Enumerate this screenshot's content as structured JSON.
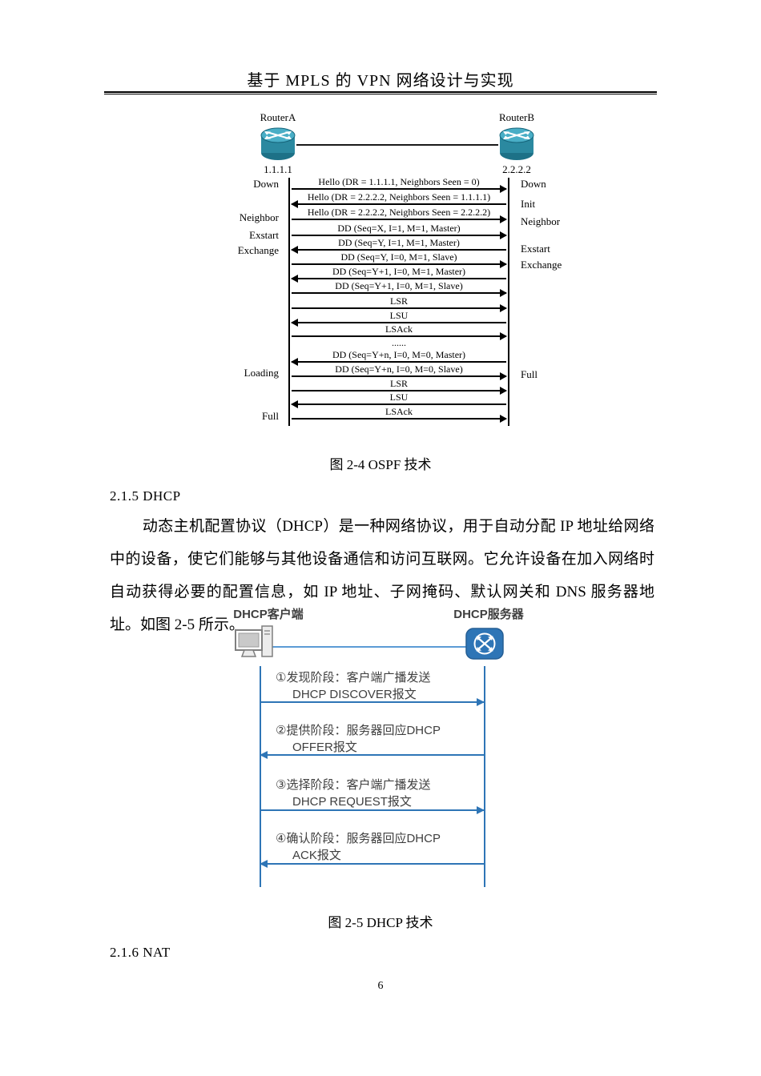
{
  "page": {
    "header_title": "基于 MPLS 的 VPN 网络设计与实现",
    "page_number": "6"
  },
  "figure_ospf": {
    "caption": "图 2-4 OSPF 技术",
    "router_a": {
      "name": "RouterA",
      "ip": "1.1.1.1"
    },
    "router_b": {
      "name": "RouterB",
      "ip": "2.2.2.2"
    },
    "left_states": [
      "Down",
      "Neighbor",
      "Exstart",
      "Exchange",
      "Loading",
      "Full"
    ],
    "right_states": [
      "Down",
      "Init",
      "Neighbor",
      "Exstart",
      "Exchange",
      "Full"
    ],
    "messages": [
      {
        "text": "Hello (DR = 1.1.1.1, Neighbors Seen = 0)",
        "dir": "right"
      },
      {
        "text": "Hello (DR = 2.2.2.2, Neighbors Seen = 1.1.1.1)",
        "dir": "left"
      },
      {
        "text": "Hello (DR = 2.2.2.2, Neighbors Seen = 2.2.2.2)",
        "dir": "right"
      },
      {
        "text": "DD (Seq=X, I=1, M=1, Master)",
        "dir": "right"
      },
      {
        "text": "DD (Seq=Y, I=1, M=1, Master)",
        "dir": "left"
      },
      {
        "text": "DD (Seq=Y, I=0, M=1, Slave)",
        "dir": "right"
      },
      {
        "text": "DD (Seq=Y+1, I=0, M=1, Master)",
        "dir": "left"
      },
      {
        "text": "DD (Seq=Y+1, I=0, M=1, Slave)",
        "dir": "right"
      },
      {
        "text": "LSR",
        "dir": "right"
      },
      {
        "text": "LSU",
        "dir": "left"
      },
      {
        "text": "LSAck",
        "dir": "right"
      },
      {
        "text": "......",
        "dir": "none"
      },
      {
        "text": "DD (Seq=Y+n, I=0, M=0, Master)",
        "dir": "left"
      },
      {
        "text": "DD (Seq=Y+n, I=0, M=0, Slave)",
        "dir": "right"
      },
      {
        "text": "LSR",
        "dir": "right"
      },
      {
        "text": "LSU",
        "dir": "left"
      },
      {
        "text": "LSAck",
        "dir": "right"
      }
    ]
  },
  "section_dhcp": {
    "heading": "2.1.5 DHCP",
    "paragraph": "动态主机配置协议（DHCP）是一种网络协议，用于自动分配 IP 地址给网络中的设备，使它们能够与其他设备通信和访问互联网。它允许设备在加入网络时自动获得必要的配置信息，如 IP 地址、子网掩码、默认网关和 DNS 服务器地址。如图 2-5 所示。"
  },
  "figure_dhcp": {
    "caption": "图 2-5 DHCP 技术",
    "client_label": "DHCP客户端",
    "server_label": "DHCP服务器",
    "steps": [
      {
        "line1": "①发现阶段：客户端广播发送",
        "line2": "DHCP DISCOVER报文",
        "dir": "right"
      },
      {
        "line1": "②提供阶段：服务器回应DHCP",
        "line2": "OFFER报文",
        "dir": "left"
      },
      {
        "line1": "③选择阶段：客户端广播发送",
        "line2": "DHCP REQUEST报文",
        "dir": "right"
      },
      {
        "line1": "④确认阶段：服务器回应DHCP",
        "line2": "ACK报文",
        "dir": "left"
      }
    ]
  },
  "section_nat": {
    "heading": "2.1.6 NAT"
  },
  "colors": {
    "dhcp_blue": "#2e75b6",
    "router_teal": "#2b89a0",
    "diagram_text_gray": "#3f3f3f",
    "ink": "#000000"
  }
}
